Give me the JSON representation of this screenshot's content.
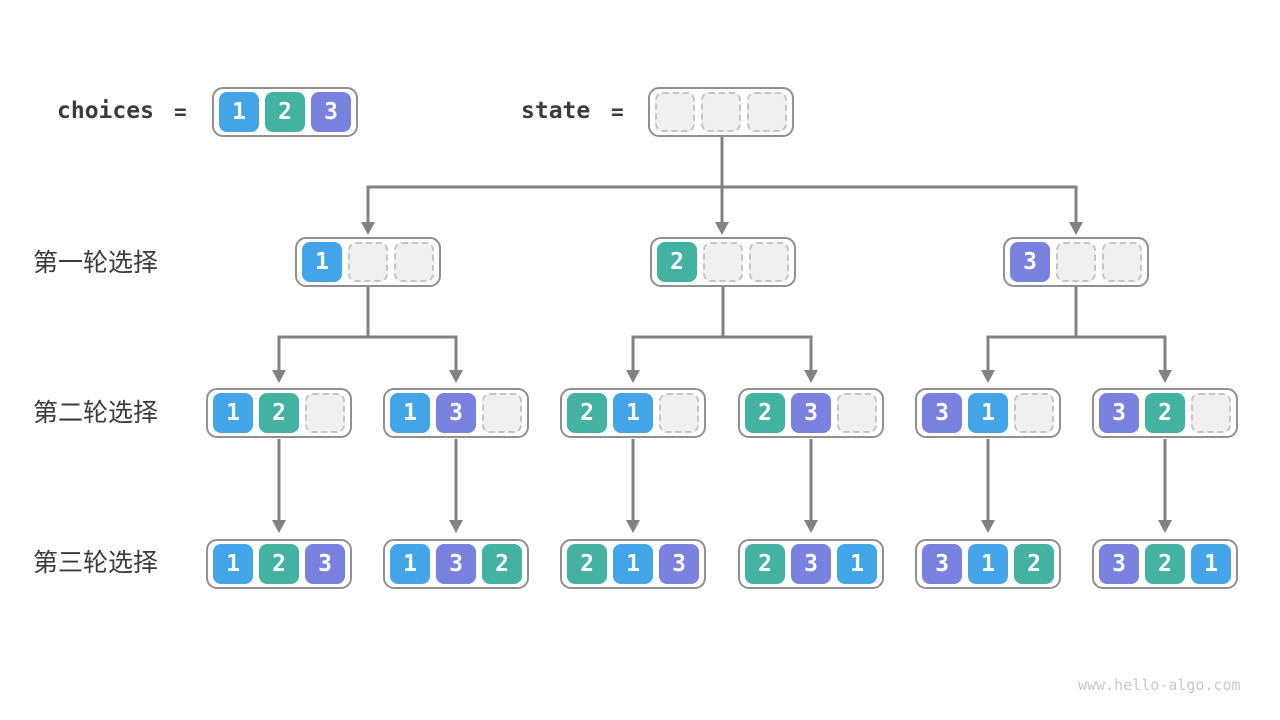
{
  "header": {
    "choices_label": "choices",
    "equals": "=",
    "state_label": "state"
  },
  "choices_box": [
    1,
    2,
    3
  ],
  "state_box": [
    null,
    null,
    null
  ],
  "rows": [
    {
      "label": "第一轮选择",
      "boxes": [
        [
          1,
          null,
          null
        ],
        [
          2,
          null,
          null
        ],
        [
          3,
          null,
          null
        ]
      ]
    },
    {
      "label": "第二轮选择",
      "boxes": [
        [
          1,
          2,
          null
        ],
        [
          1,
          3,
          null
        ],
        [
          2,
          1,
          null
        ],
        [
          2,
          3,
          null
        ],
        [
          3,
          1,
          null
        ],
        [
          3,
          2,
          null
        ]
      ]
    },
    {
      "label": "第三轮选择",
      "boxes": [
        [
          1,
          2,
          3
        ],
        [
          1,
          3,
          2
        ],
        [
          2,
          1,
          3
        ],
        [
          2,
          3,
          1
        ],
        [
          3,
          1,
          2
        ],
        [
          3,
          2,
          1
        ]
      ]
    }
  ],
  "colors": {
    "value_1": "#43a5e7",
    "value_2": "#43b2a1",
    "value_3": "#7982de",
    "arrow": "#828282"
  },
  "watermark": "www.hello-algo.com"
}
